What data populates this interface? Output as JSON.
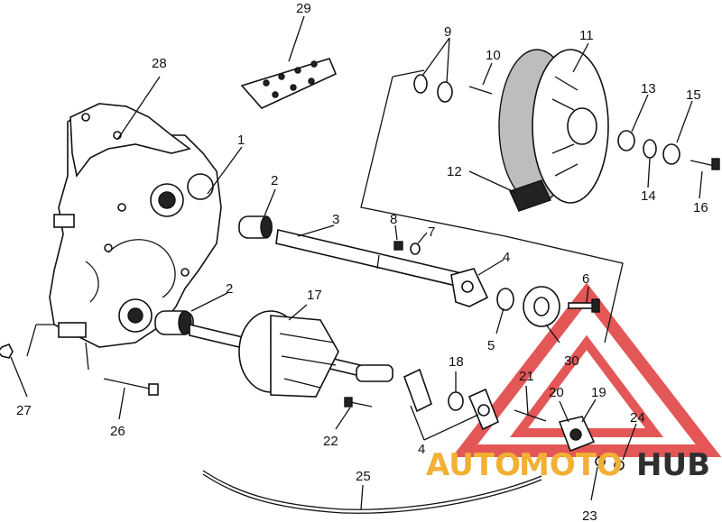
{
  "diagram": {
    "callouts": [
      {
        "id": "c1",
        "text": "1"
      },
      {
        "id": "c2a",
        "text": "2"
      },
      {
        "id": "c2b",
        "text": "2"
      },
      {
        "id": "c3",
        "text": "3"
      },
      {
        "id": "c4a",
        "text": "4"
      },
      {
        "id": "c4b",
        "text": "4"
      },
      {
        "id": "c5",
        "text": "5"
      },
      {
        "id": "c6",
        "text": "6"
      },
      {
        "id": "c7",
        "text": "7"
      },
      {
        "id": "c8",
        "text": "8"
      },
      {
        "id": "c9",
        "text": "9"
      },
      {
        "id": "c10",
        "text": "10"
      },
      {
        "id": "c11",
        "text": "11"
      },
      {
        "id": "c12",
        "text": "12"
      },
      {
        "id": "c13",
        "text": "13"
      },
      {
        "id": "c14",
        "text": "14"
      },
      {
        "id": "c15",
        "text": "15"
      },
      {
        "id": "c16",
        "text": "16"
      },
      {
        "id": "c17",
        "text": "17"
      },
      {
        "id": "c18",
        "text": "18"
      },
      {
        "id": "c19",
        "text": "19"
      },
      {
        "id": "c20",
        "text": "20"
      },
      {
        "id": "c21",
        "text": "21"
      },
      {
        "id": "c22",
        "text": "22"
      },
      {
        "id": "c23",
        "text": "23"
      },
      {
        "id": "c24",
        "text": "24"
      },
      {
        "id": "c25",
        "text": "25"
      },
      {
        "id": "c26",
        "text": "26"
      },
      {
        "id": "c27",
        "text": "27"
      },
      {
        "id": "c28",
        "text": "28"
      },
      {
        "id": "c29",
        "text": "29"
      },
      {
        "id": "c30",
        "text": "30"
      }
    ]
  },
  "watermark": {
    "text_auto": "AUTO",
    "text_moto": "MOTO",
    "text_hub": "HUB",
    "color_auto": "#f2b035",
    "color_moto": "#f2b035",
    "color_hub": "#2f2f2f",
    "triangle_color": "#e03a3a"
  }
}
